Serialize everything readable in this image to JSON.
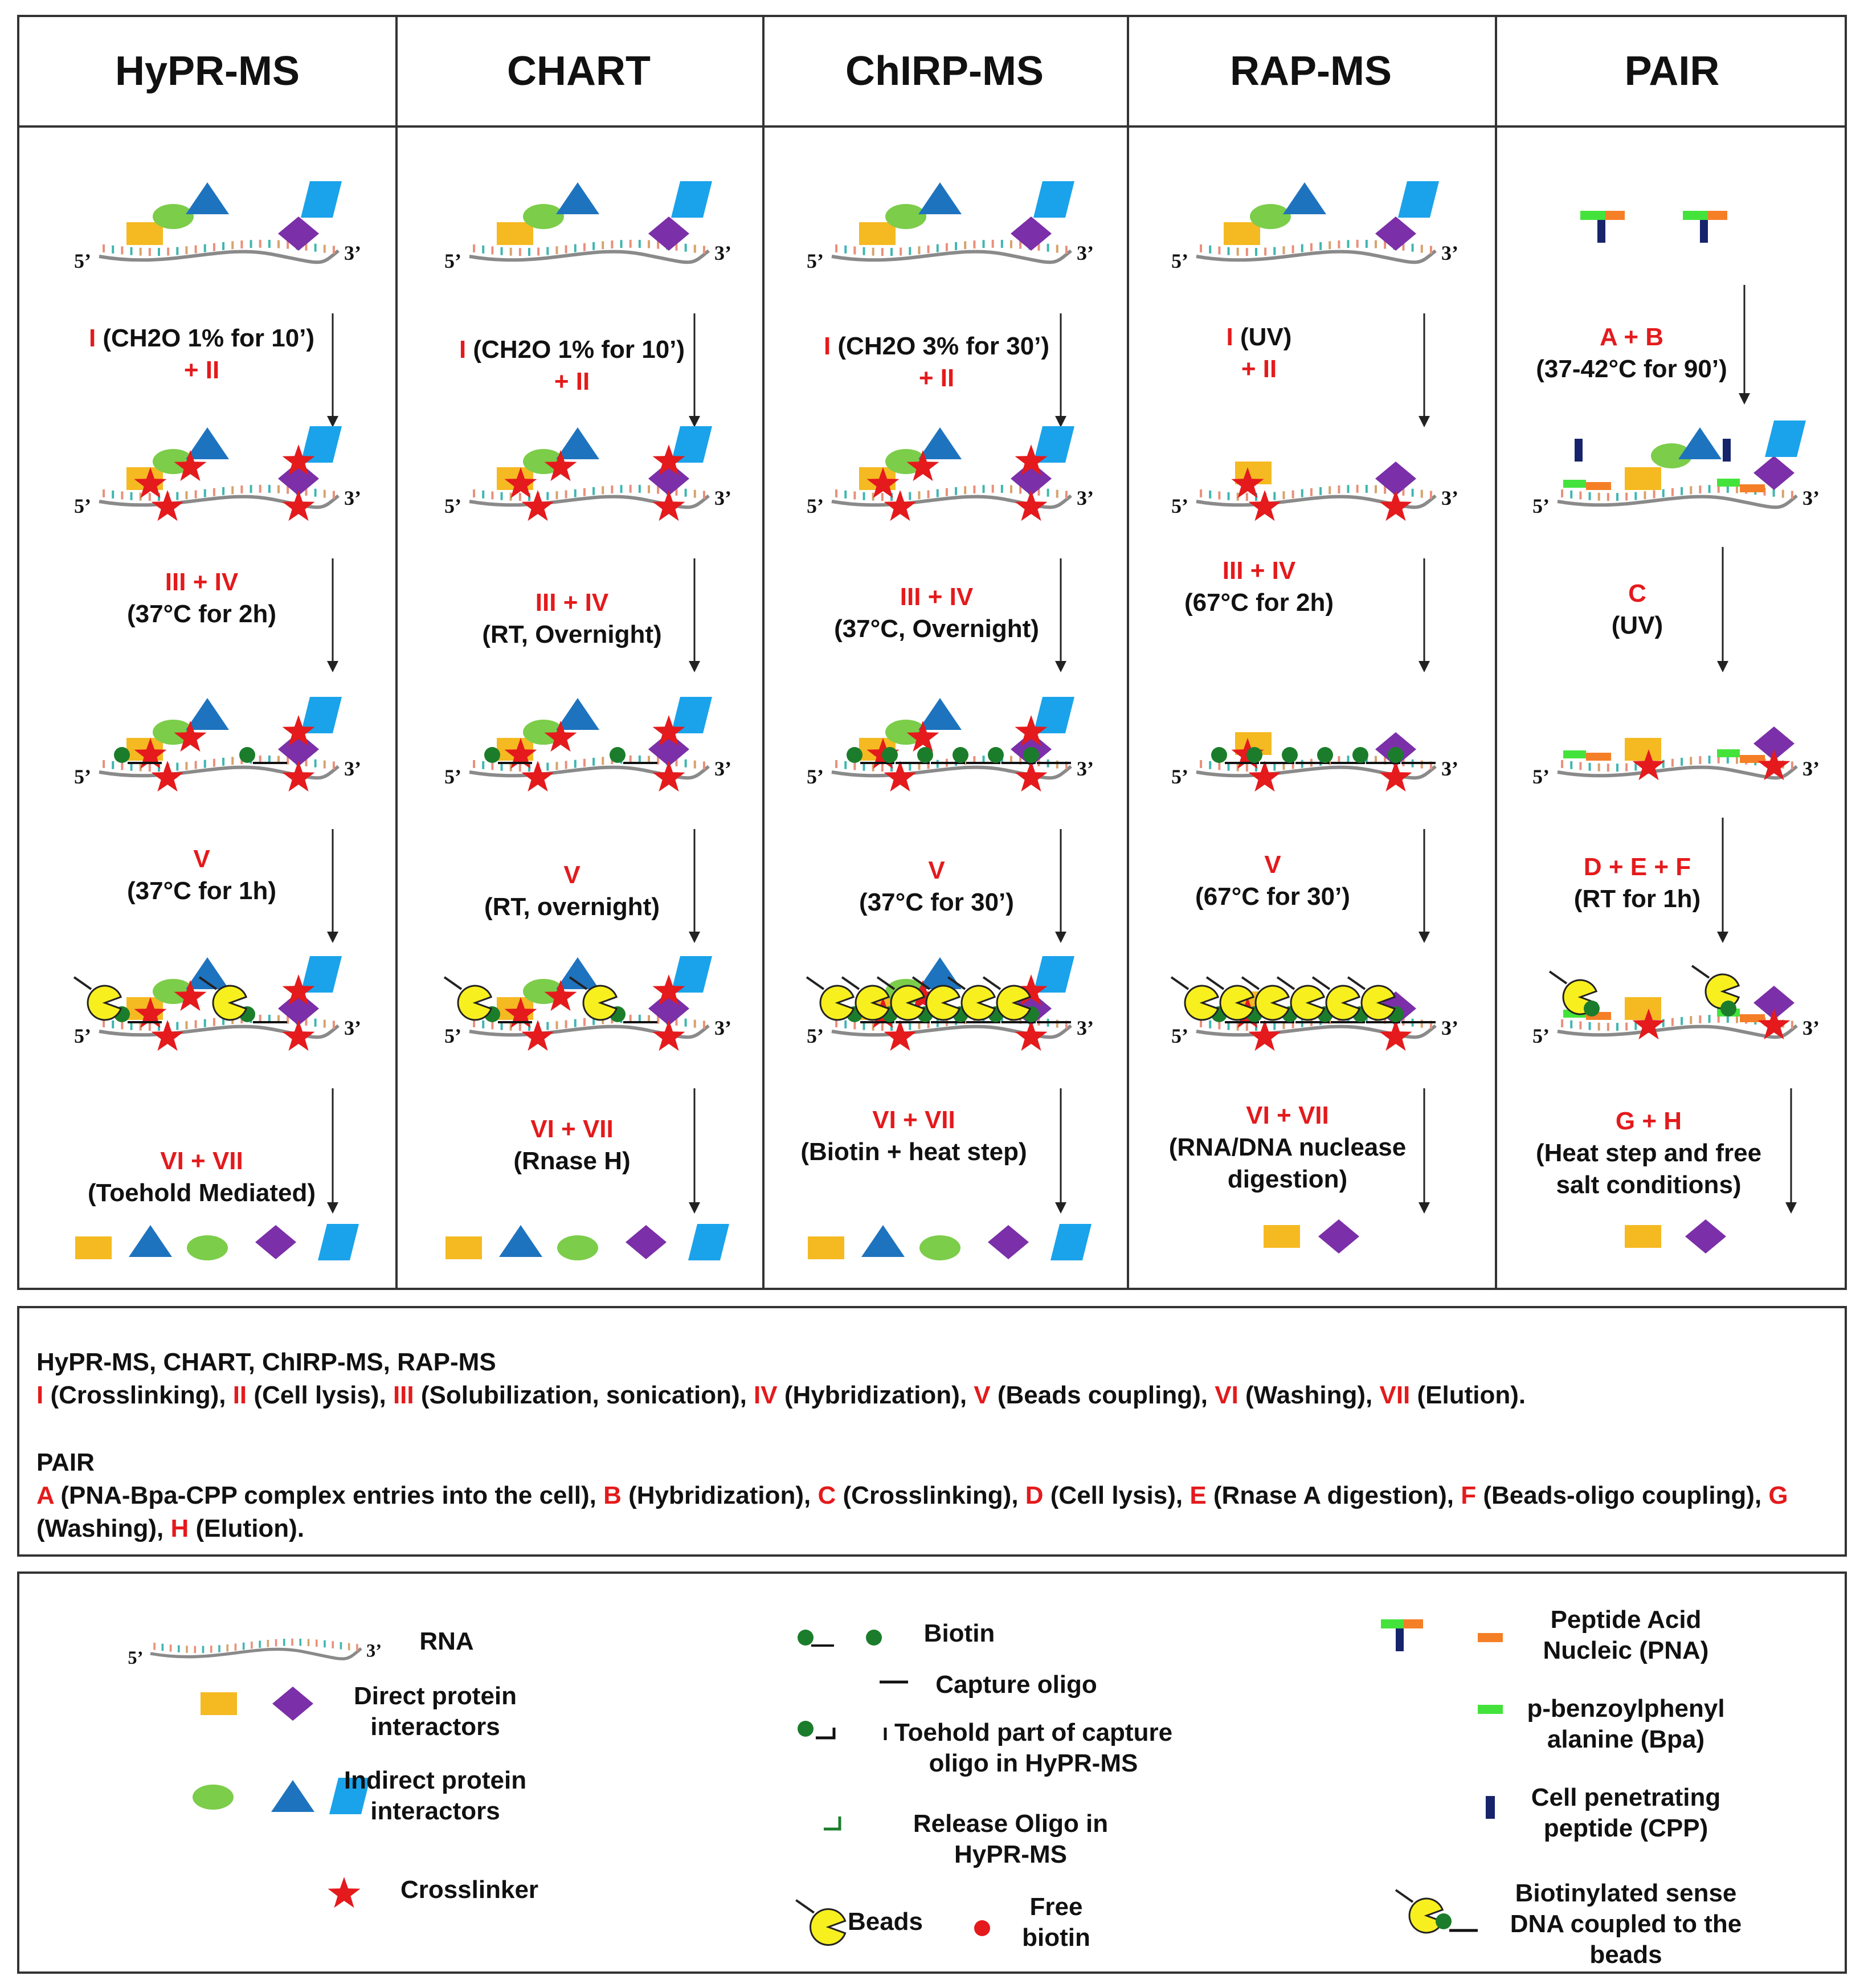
{
  "methods": [
    {
      "name": "HyPR-MS",
      "step1": {
        "roman": "I",
        "cond": "(CH2O 1% for 10’)",
        "plus": "+ II"
      },
      "step2": {
        "roman": "III + IV",
        "cond": "(37°C for 2h)"
      },
      "step3": {
        "roman": "V",
        "cond": "(37°C for 1h)"
      },
      "step4": {
        "roman": "VI + VII",
        "cond": "(Toehold Mediated)"
      }
    },
    {
      "name": "CHART",
      "step1": {
        "roman": "I",
        "cond": "(CH2O 1% for 10’)",
        "plus": "+ II"
      },
      "step2": {
        "roman": "III + IV",
        "cond": "(RT, Overnight)"
      },
      "step3": {
        "roman": "V",
        "cond": "(RT, overnight)"
      },
      "step4": {
        "roman": "VI + VII",
        "cond": "(Rnase H)"
      }
    },
    {
      "name": "ChIRP-MS",
      "step1": {
        "roman": "I",
        "cond": "(CH2O 3% for 30’)",
        "plus": "+ II"
      },
      "step2": {
        "roman": "III + IV",
        "cond": "(37°C, Overnight)"
      },
      "step3": {
        "roman": "V",
        "cond": "(37°C for 30’)"
      },
      "step4": {
        "roman": "VI + VII",
        "cond": "(Biotin + heat step)"
      }
    },
    {
      "name": "RAP-MS",
      "step1": {
        "roman": "I",
        "cond": "(UV)",
        "plus": "+ II"
      },
      "step2": {
        "roman": "III + IV",
        "cond": "(67°C for 2h)"
      },
      "step3": {
        "roman": "V",
        "cond": "(67°C for 30’)"
      },
      "step4": {
        "roman": "VI + VII",
        "cond": "(RNA/DNA nuclease digestion)"
      }
    },
    {
      "name": "PAIR",
      "step1": {
        "roman": "A + B",
        "cond": "(37-42°C for 90’)"
      },
      "step2": {
        "roman": "C",
        "cond": "(UV)"
      },
      "step3": {
        "roman": "D + E + F",
        "cond": "(RT  for 1h)"
      },
      "step4": {
        "roman": "G + H",
        "cond": "(Heat step and free salt conditions)"
      }
    }
  ],
  "strand": {
    "five": "5’",
    "three": "3’"
  },
  "abbreviations": {
    "group1_title": "HyPR-MS, CHART, ChIRP-MS, RAP-MS",
    "group1_items": [
      {
        "k": "I",
        "v": "(Crosslinking), "
      },
      {
        "k": "II",
        "v": "(Cell lysis), "
      },
      {
        "k": "III",
        "v": "(Solubilization, sonication), "
      },
      {
        "k": "IV",
        "v": "(Hybridization), "
      },
      {
        "k": "V",
        "v": "(Beads coupling), "
      },
      {
        "k": "VI",
        "v": "(Washing), "
      },
      {
        "k": "VII",
        "v": "(Elution)."
      }
    ],
    "group2_title": "PAIR",
    "group2_items": [
      {
        "k": "A",
        "v": "(PNA-Bpa-CPP complex entries into the cell), "
      },
      {
        "k": "B",
        "v": "(Hybridization), "
      },
      {
        "k": "C",
        "v": "(Crosslinking), "
      },
      {
        "k": "D",
        "v": "(Cell lysis), "
      },
      {
        "k": "E",
        "v": "(Rnase A digestion), "
      },
      {
        "k": "F",
        "v": "(Beads-oligo coupling), "
      },
      {
        "k": "G",
        "v": "(Washing), "
      },
      {
        "k": "H",
        "v": "(Elution)."
      }
    ]
  },
  "legend": {
    "rna": "RNA",
    "direct": "Direct protein interactors",
    "indirect": "Indirect protein interactors",
    "crosslinker": "Crosslinker",
    "biotin": "Biotin",
    "capture": "Capture oligo",
    "toehold": "Toehold part  of capture oligo in HyPR-MS",
    "release": "Release Oligo in HyPR-MS",
    "beads": "Beads",
    "free_biotin": "Free biotin",
    "pna": "Peptide Acid Nucleic (PNA)",
    "bpa": "p-benzoylphenyl alanine (Bpa)",
    "cpp": "Cell penetrating peptide (CPP)",
    "dna_beads": "Biotinylated sense DNA coupled to the beads"
  },
  "colors": {
    "red": "#e41a1c",
    "yellow_protein": "#f5b921",
    "purple": "#7b2fa8",
    "green_ellipse": "#7ccd4a",
    "blue_triangle": "#1e73be",
    "cyan": "#1aa3ea",
    "biotin": "#1b7d2b",
    "orange_pna": "#f57f27",
    "green_bpa": "#44e33b",
    "navy_cpp": "#17246b"
  }
}
